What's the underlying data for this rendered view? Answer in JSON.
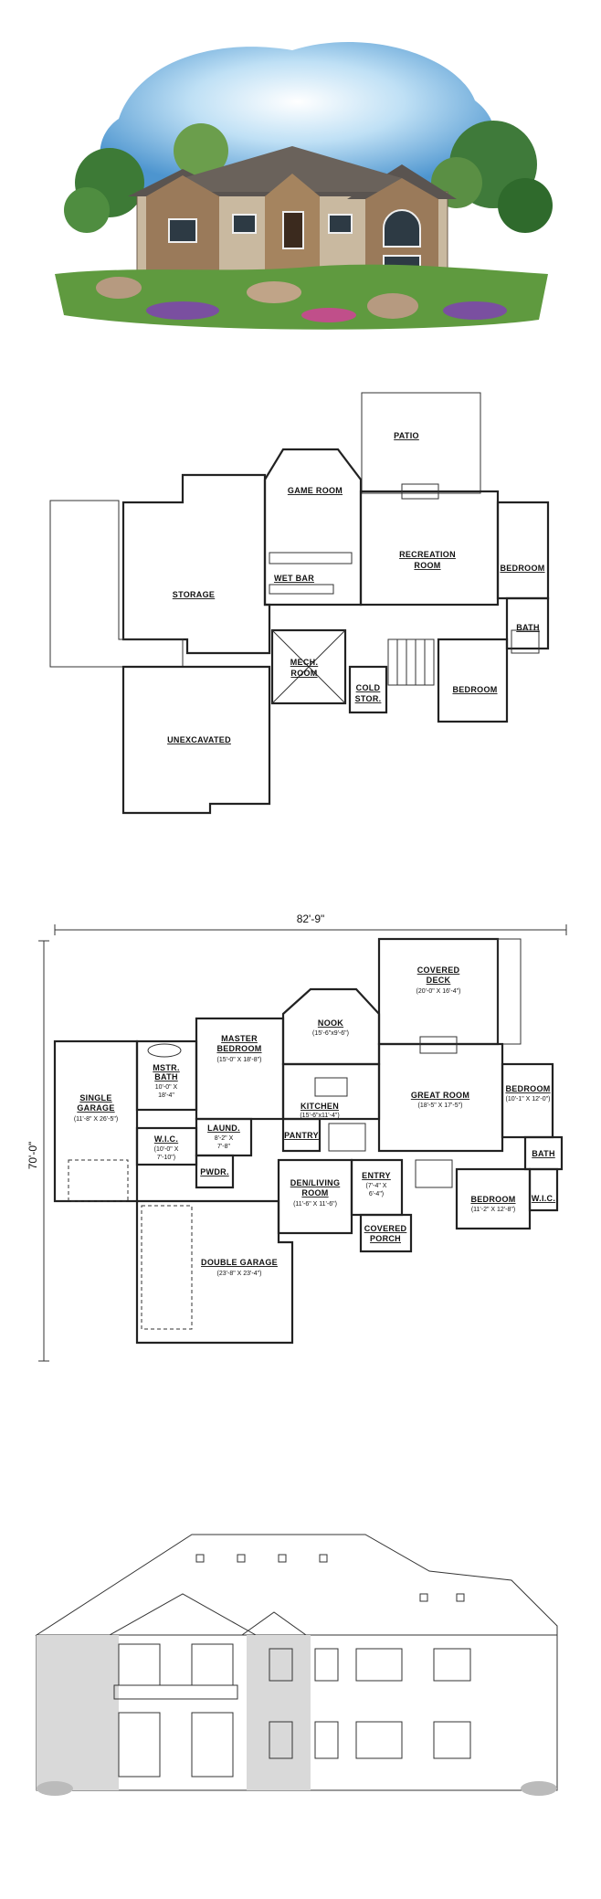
{
  "basement": {
    "rooms": {
      "patio": "PATIO",
      "game_room": "GAME ROOM",
      "recreation_room_1": "RECREATION",
      "recreation_room_2": "ROOM",
      "bedroom_1": "BEDROOM",
      "wet_bar": "WET BAR",
      "storage": "STORAGE",
      "bath": "BATH",
      "mech_room_1": "MECH.",
      "mech_room_2": "ROOM",
      "cold_stor_1": "COLD",
      "cold_stor_2": "STOR.",
      "bedroom_2": "BEDROOM",
      "unexcavated": "UNEXCAVATED"
    }
  },
  "main_floor": {
    "overall_width": "82'-9\"",
    "overall_depth": "70'-0\"",
    "rooms": {
      "covered_deck": {
        "name_1": "COVERED",
        "name_2": "DECK",
        "dims": "(20'-0\" X 16'-4\")"
      },
      "nook": {
        "name": "NOOK",
        "dims": "(15'-6\"x9'-6\")"
      },
      "master_bedroom": {
        "name_1": "MASTER",
        "name_2": "BEDROOM",
        "dims": "(15'-0\" X 18'-8\")"
      },
      "mstr_bath": {
        "name_1": "MSTR.",
        "name_2": "BATH",
        "dims_1": "10'-0\" X",
        "dims_2": "18'-4\""
      },
      "kitchen": {
        "name": "KITCHEN",
        "dims": "(15'-6\"x11'-4\")"
      },
      "great_room": {
        "name": "GREAT ROOM",
        "dims": "(18'-5\" X 17'-5\")"
      },
      "bedroom_1": {
        "name": "BEDROOM",
        "dims": "(10'-1\" X 12'-0\")"
      },
      "single_garage": {
        "name_1": "SINGLE",
        "name_2": "GARAGE",
        "dims": "(11'-8\" X 26'-5\")"
      },
      "laund": {
        "name": "LAUND.",
        "dims_1": "8'-2\" X",
        "dims_2": "7'-8\""
      },
      "pantry": {
        "name": "PANTRY"
      },
      "wic_1": {
        "name": "W.I.C.",
        "dims_1": "(10'-0\" X",
        "dims_2": "7'-10\")"
      },
      "pwdr": {
        "name": "PWDR."
      },
      "den": {
        "name_1": "DEN/LIVING",
        "name_2": "ROOM",
        "dims": "(11'-6\" X 11'-6\")"
      },
      "entry": {
        "name": "ENTRY",
        "dims_1": "(7'-4\" X",
        "dims_2": "6'-4\")"
      },
      "bath": {
        "name": "BATH"
      },
      "bedroom_2": {
        "name": "BEDROOM",
        "dims": "(11'-2\" X 12'-8\")"
      },
      "wic_2": {
        "name": "W.I.C."
      },
      "covered_porch": {
        "name_1": "COVERED",
        "name_2": "PORCH"
      },
      "double_garage": {
        "name": "DOUBLE GARAGE",
        "dims": "(23'-8\" X 23'-4\")"
      }
    }
  },
  "colors": {
    "sky": "#5a9fd4",
    "foliage": "#3f7a3a",
    "stone": "#9a7a5a",
    "roof": "#5a5450",
    "line": "#222222"
  }
}
